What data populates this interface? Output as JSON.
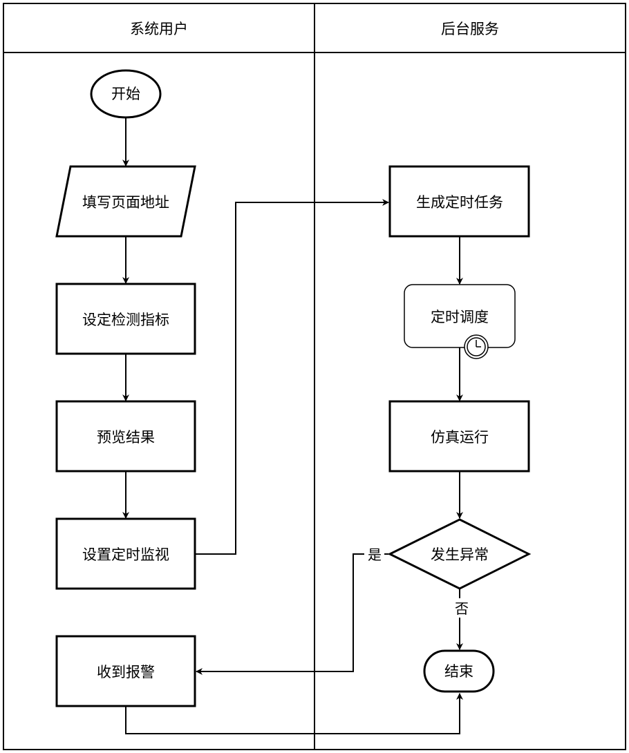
{
  "lanes": {
    "left_title": "系统用户",
    "right_title": "后台服务"
  },
  "nodes": {
    "start": "开始",
    "fill_address": "填写页面地址",
    "set_metrics": "设定检测指标",
    "preview": "预览结果",
    "set_monitor": "设置定时监视",
    "receive_alarm": "收到报警",
    "gen_task": "生成定时任务",
    "schedule": "定时调度",
    "simulate": "仿真运行",
    "decision": "发生异常",
    "end": "结束"
  },
  "edges": {
    "yes": "是",
    "no": "否"
  }
}
